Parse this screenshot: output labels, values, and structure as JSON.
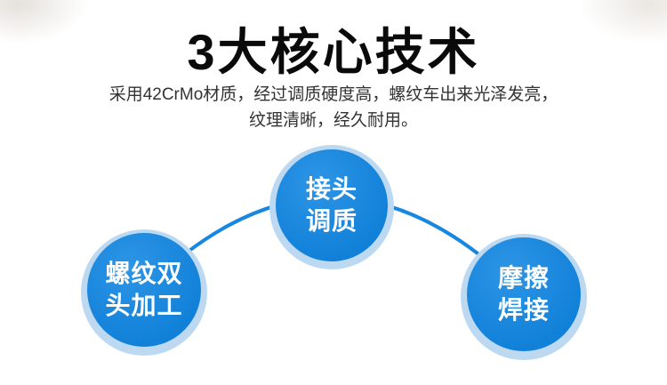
{
  "header": {
    "title": "3大核心技术",
    "subtitle_line1": "采用42CrMo材质，经过调质硬度高，螺纹车出来光泽发亮，",
    "subtitle_line2": "纹理清晰，经久耐用。"
  },
  "nodes": [
    {
      "id": "joint",
      "line1": "接头",
      "line2": "调质"
    },
    {
      "id": "thread",
      "line1": "螺纹双",
      "line2": "头加工"
    },
    {
      "id": "friction",
      "line1": "摩擦",
      "line2": "焊接"
    }
  ],
  "colors": {
    "circle": "#1080d8",
    "circle_light": "#2d95e6",
    "halo": "#bcd9f1",
    "arc": "#1787e0",
    "title": "#0a0a0a",
    "subtitle": "#333333"
  }
}
